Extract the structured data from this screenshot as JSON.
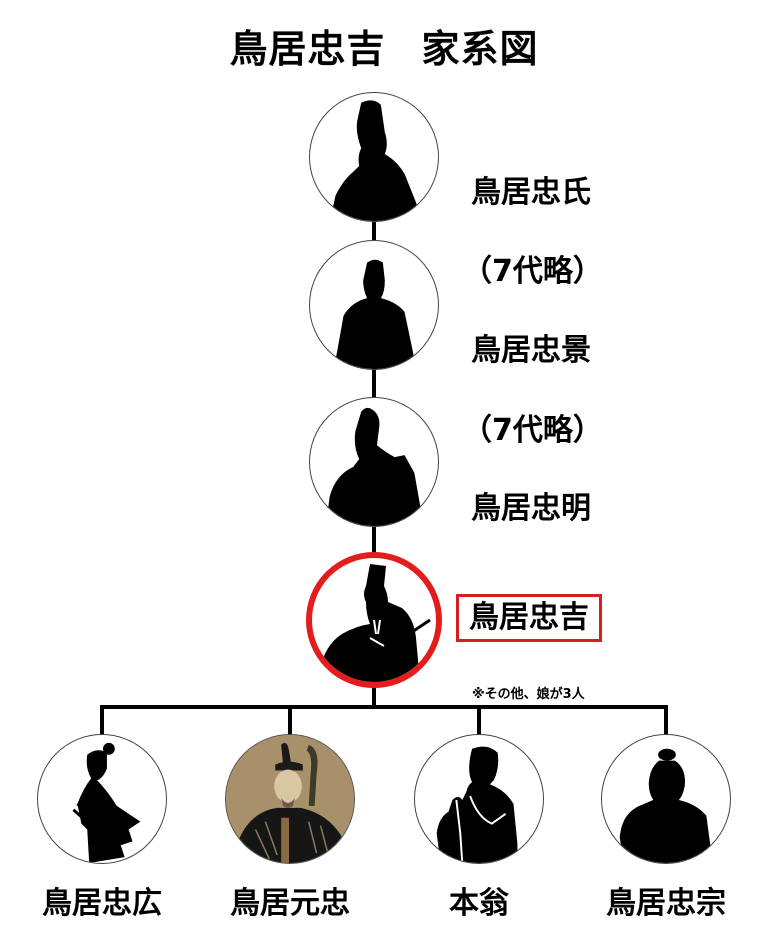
{
  "title": {
    "name": "鳥居忠吉",
    "suffix": "家系図"
  },
  "lineage": [
    {
      "name": "鳥居忠氏",
      "omitted_before": null
    },
    {
      "name": "鳥居忠景",
      "omitted_before": "（7代略）"
    },
    {
      "name": "鳥居忠明",
      "omitted_before": "（7代略）"
    },
    {
      "name": "鳥居忠吉",
      "omitted_before": null,
      "highlighted": true
    }
  ],
  "note": "※その他、娘が3人",
  "children": [
    {
      "name": "鳥居忠広",
      "portrait": "silhouette-samurai-profile"
    },
    {
      "name": "鳥居元忠",
      "portrait": "painted-portrait"
    },
    {
      "name": "本翁",
      "portrait": "silhouette-monk-praying"
    },
    {
      "name": "鳥居忠宗",
      "portrait": "silhouette-topknot"
    }
  ],
  "colors": {
    "highlight": "#e31c1c",
    "line": "#000000",
    "portrait_bg": "#a8906a"
  }
}
